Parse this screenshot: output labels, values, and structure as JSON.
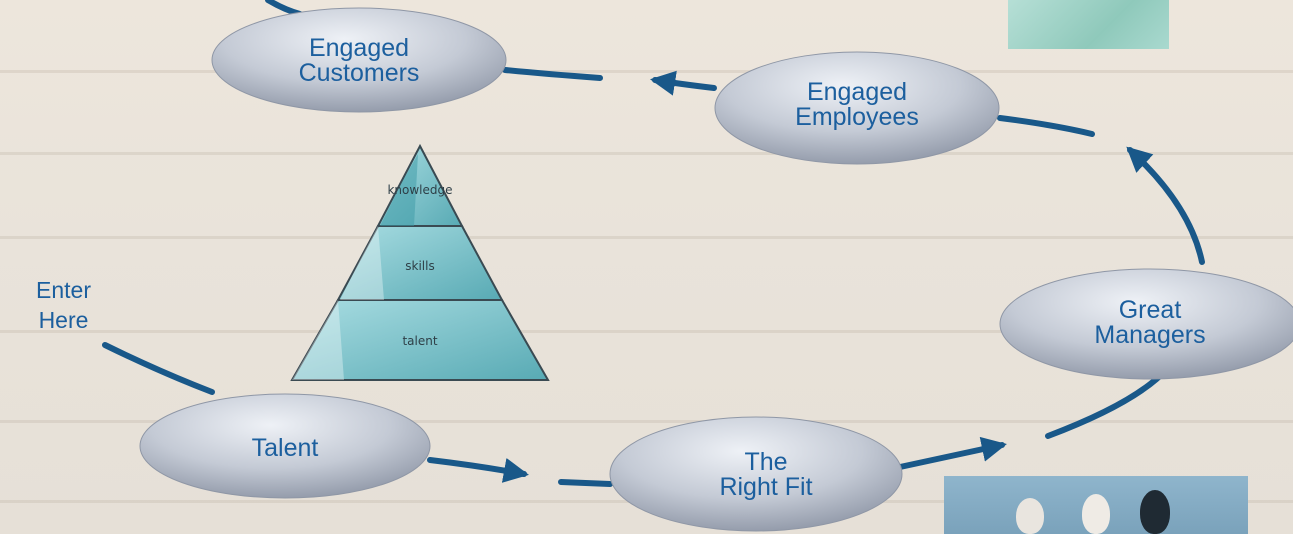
{
  "nodes": [
    {
      "id": "engaged-customers",
      "label_line1": "Engaged",
      "label_line2": "Customers"
    },
    {
      "id": "engaged-employees",
      "label_line1": "Engaged",
      "label_line2": "Employees"
    },
    {
      "id": "great-managers",
      "label_line1": "Great",
      "label_line2": "Managers"
    },
    {
      "id": "right-fit",
      "label_line1": "The",
      "label_line2": "Right Fit"
    },
    {
      "id": "talent",
      "label_line1": "Talent",
      "label_line2": ""
    }
  ],
  "entry": {
    "line1": "Enter",
    "line2": "Here"
  },
  "pyramid": {
    "top": "knowledge",
    "middle": "skills",
    "bottom": "talent"
  },
  "colors": {
    "arrow": "#195889",
    "text": "#1c5f9e",
    "pyramid": "#5fb3bd"
  }
}
